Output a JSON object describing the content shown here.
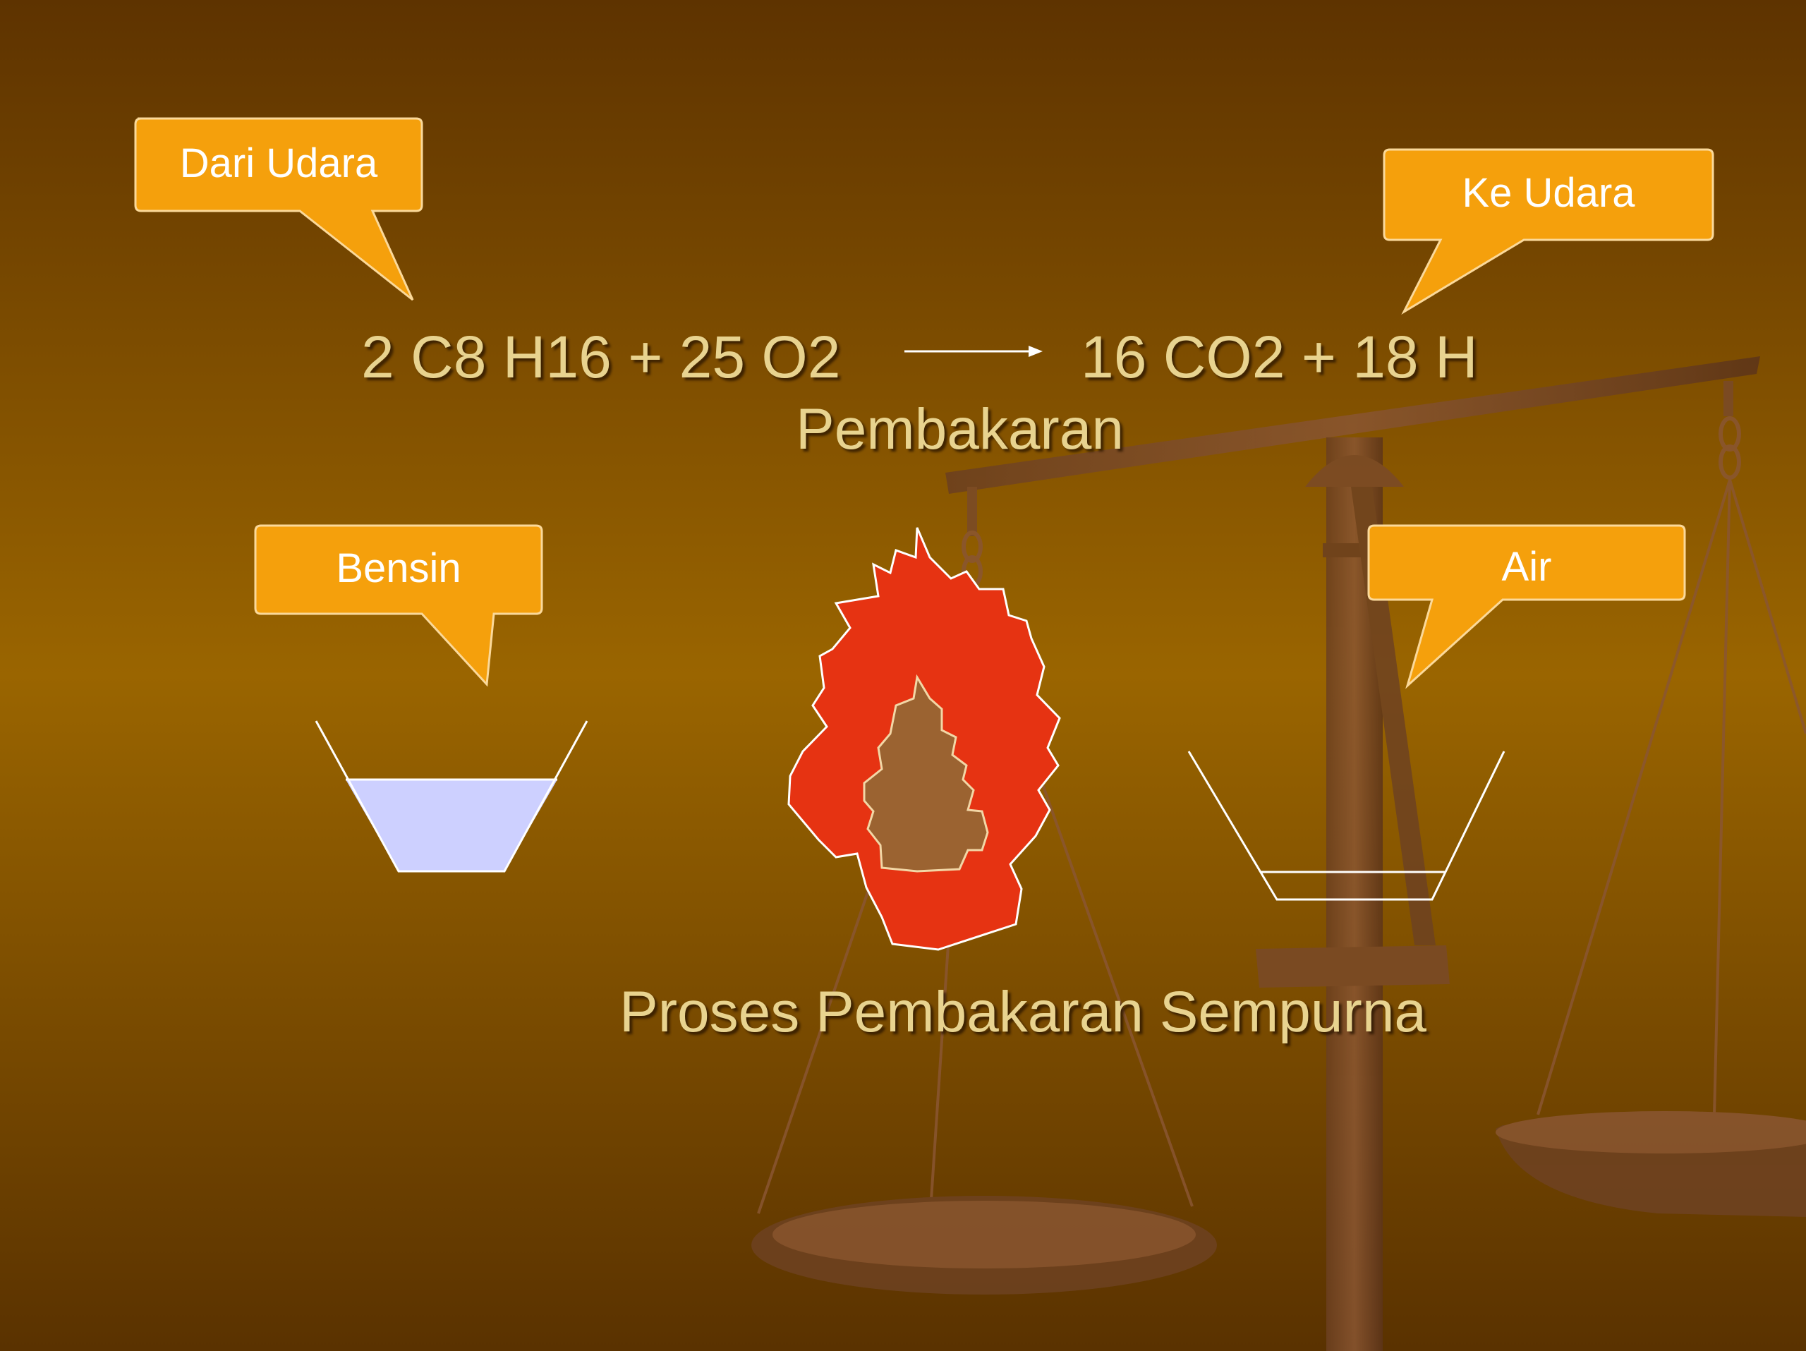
{
  "callouts": {
    "from_air": "Dari Udara",
    "to_air": "Ke Udara",
    "fuel": "Bensin",
    "water": "Air"
  },
  "equation": {
    "reactants": "2 C8 H16 + 25 O2",
    "products": "16 CO2 + 18 H",
    "process_label": "Pembakaran"
  },
  "caption": "Proses Pembakaran Sempurna",
  "colors": {
    "background_light": "#9a6500",
    "background_dark": "#5a3200",
    "callout_fill": "#f5a00c",
    "equation_text": "#e8d38f",
    "liquid_fill": "#cdd0ff",
    "flame_outer": "#e63312",
    "flame_inner": "#9b6331",
    "scale_color": "#7a4a28"
  }
}
